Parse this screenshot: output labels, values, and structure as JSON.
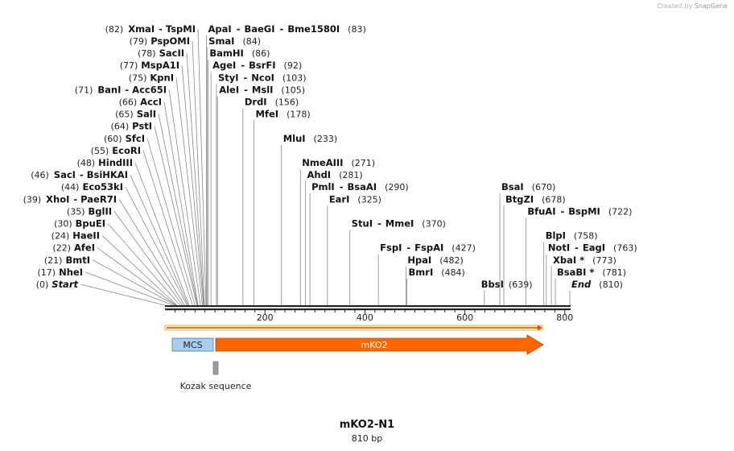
{
  "credit": {
    "prefix": "Created by",
    "brand": "SnapGene"
  },
  "plasmid": {
    "name": "mKO2-N1",
    "length_label": "810 bp",
    "length": 810
  },
  "ruler": {
    "ticks": [
      200,
      400,
      600,
      800
    ]
  },
  "features": [
    {
      "name": "MCS",
      "start": 6,
      "end": 90,
      "color": "#a8cef0",
      "kind": "box"
    },
    {
      "name": "mKO2",
      "start": 103,
      "end": 777,
      "color": "#ff6600",
      "kind": "arrow"
    },
    {
      "name": "Kozak sequence",
      "start": 98,
      "end": 108,
      "color": "#9e9e9e",
      "kind": "mini"
    }
  ],
  "sites": [
    {
      "pos": 0,
      "left": "",
      "right": "Start",
      "num": "(0)",
      "row": 0,
      "side": "left",
      "italic": true
    },
    {
      "pos": 17,
      "left": "",
      "right": "NheI",
      "num": "(17)",
      "row": 1,
      "side": "left"
    },
    {
      "pos": 21,
      "left": "",
      "right": "BmtI",
      "num": "(21)",
      "row": 2,
      "side": "left"
    },
    {
      "pos": 22,
      "left": "",
      "right": "AfeI",
      "num": "(22)",
      "row": 3,
      "side": "left"
    },
    {
      "pos": 24,
      "left": "",
      "right": "HaeII",
      "num": "(24)",
      "row": 4,
      "side": "left"
    },
    {
      "pos": 30,
      "left": "",
      "right": "BpuEI",
      "num": "(30)",
      "row": 5,
      "side": "left"
    },
    {
      "pos": 35,
      "left": "",
      "right": "BglII",
      "num": "(35)",
      "row": 6,
      "side": "left"
    },
    {
      "pos": 39,
      "left": "XhoI",
      "right": "PaeR7I",
      "num": "(39)",
      "row": 7,
      "side": "left"
    },
    {
      "pos": 44,
      "left": "",
      "right": "Eco53kI",
      "num": "(44)",
      "row": 8,
      "side": "left"
    },
    {
      "pos": 46,
      "left": "SacI",
      "right": "BsiHKAI",
      "num": "(46)",
      "row": 9,
      "side": "left"
    },
    {
      "pos": 48,
      "left": "",
      "right": "HindIII",
      "num": "(48)",
      "row": 10,
      "side": "left"
    },
    {
      "pos": 55,
      "left": "",
      "right": "EcoRI",
      "num": "(55)",
      "row": 11,
      "side": "left"
    },
    {
      "pos": 60,
      "left": "",
      "right": "SfcI",
      "num": "(60)",
      "row": 12,
      "side": "left"
    },
    {
      "pos": 64,
      "left": "",
      "right": "PstI",
      "num": "(64)",
      "row": 13,
      "side": "left"
    },
    {
      "pos": 65,
      "left": "",
      "right": "SalI",
      "num": "(65)",
      "row": 14,
      "side": "left"
    },
    {
      "pos": 66,
      "left": "",
      "right": "AccI",
      "num": "(66)",
      "row": 15,
      "side": "left"
    },
    {
      "pos": 71,
      "left": "BanI",
      "right": "Acc65I",
      "num": "(71)",
      "row": 16,
      "side": "left"
    },
    {
      "pos": 75,
      "left": "",
      "right": "KpnI",
      "num": "(75)",
      "row": 17,
      "side": "left"
    },
    {
      "pos": 77,
      "left": "",
      "right": "MspA1I",
      "num": "(77)",
      "row": 18,
      "side": "left"
    },
    {
      "pos": 78,
      "left": "",
      "right": "SacII",
      "num": "(78)",
      "row": 19,
      "side": "left"
    },
    {
      "pos": 79,
      "left": "",
      "right": "PspOMI",
      "num": "(79)",
      "row": 20,
      "side": "left"
    },
    {
      "pos": 82,
      "left": "XmaI",
      "right": "TspMI",
      "num": "(82)",
      "row": 21,
      "side": "left"
    },
    {
      "pos": 83,
      "left": "ApaI",
      "mid": "BaeGI",
      "right": "Bme1580I",
      "num": "(83)",
      "row": 21,
      "side": "right"
    },
    {
      "pos": 84,
      "left": "SmaI",
      "right": "",
      "num": "(84)",
      "row": 20,
      "side": "right"
    },
    {
      "pos": 86,
      "left": "BamHI",
      "right": "",
      "num": "(86)",
      "row": 19,
      "side": "right"
    },
    {
      "pos": 92,
      "left": "AgeI",
      "right": "BsrFI",
      "num": "(92)",
      "row": 18,
      "side": "right"
    },
    {
      "pos": 103,
      "left": "StyI",
      "right": "NcoI",
      "num": "(103)",
      "row": 17,
      "side": "right"
    },
    {
      "pos": 105,
      "left": "AleI",
      "right": "MslI",
      "num": "(105)",
      "row": 16,
      "side": "right"
    },
    {
      "pos": 156,
      "left": "DrdI",
      "right": "",
      "num": "(156)",
      "row": 15,
      "side": "right"
    },
    {
      "pos": 178,
      "left": "MfeI",
      "right": "",
      "num": "(178)",
      "row": 14,
      "side": "right"
    },
    {
      "pos": 233,
      "left": "MluI",
      "right": "",
      "num": "(233)",
      "row": 12,
      "side": "right"
    },
    {
      "pos": 271,
      "left": "NmeAIII",
      "right": "",
      "num": "(271)",
      "row": 10,
      "side": "right"
    },
    {
      "pos": 281,
      "left": "AhdI",
      "right": "",
      "num": "(281)",
      "row": 9,
      "side": "right"
    },
    {
      "pos": 290,
      "left": "PmlI",
      "right": "BsaAI",
      "num": "(290)",
      "row": 8,
      "side": "right"
    },
    {
      "pos": 325,
      "left": "EarI",
      "right": "",
      "num": "(325)",
      "row": 7,
      "side": "right"
    },
    {
      "pos": 370,
      "left": "StuI",
      "right": "MmeI",
      "num": "(370)",
      "row": 5,
      "side": "right"
    },
    {
      "pos": 427,
      "left": "FspI",
      "right": "FspAI",
      "num": "(427)",
      "row": 3,
      "side": "right"
    },
    {
      "pos": 482,
      "left": "HpaI",
      "right": "",
      "num": "(482)",
      "row": 2,
      "side": "right"
    },
    {
      "pos": 484,
      "left": "BmrI",
      "right": "",
      "num": "(484)",
      "row": 1,
      "side": "right"
    },
    {
      "pos": 639,
      "left": "BbsI",
      "right": "",
      "num": "(639)",
      "row": 0,
      "side": "right",
      "numfirst": false
    },
    {
      "pos": 670,
      "left": "BsaI",
      "right": "",
      "num": "(670)",
      "row": 8,
      "side": "right"
    },
    {
      "pos": 678,
      "left": "BtgZI",
      "right": "",
      "num": "(678)",
      "row": 7,
      "side": "right"
    },
    {
      "pos": 722,
      "left": "BfuAI",
      "right": "BspMI",
      "num": "(722)",
      "row": 6,
      "side": "right"
    },
    {
      "pos": 758,
      "left": "BlpI",
      "right": "",
      "num": "(758)",
      "row": 4,
      "side": "right"
    },
    {
      "pos": 763,
      "left": "NotI",
      "right": "EagI",
      "num": "(763)",
      "row": 3,
      "side": "right"
    },
    {
      "pos": 773,
      "left": "XbaI *",
      "right": "",
      "num": "(773)",
      "row": 2,
      "side": "right"
    },
    {
      "pos": 781,
      "left": "BsaBI *",
      "right": "",
      "num": "(781)",
      "row": 1,
      "side": "right"
    },
    {
      "pos": 810,
      "left": "End",
      "right": "",
      "num": "(810)",
      "row": 0,
      "side": "right",
      "italic": true
    }
  ]
}
